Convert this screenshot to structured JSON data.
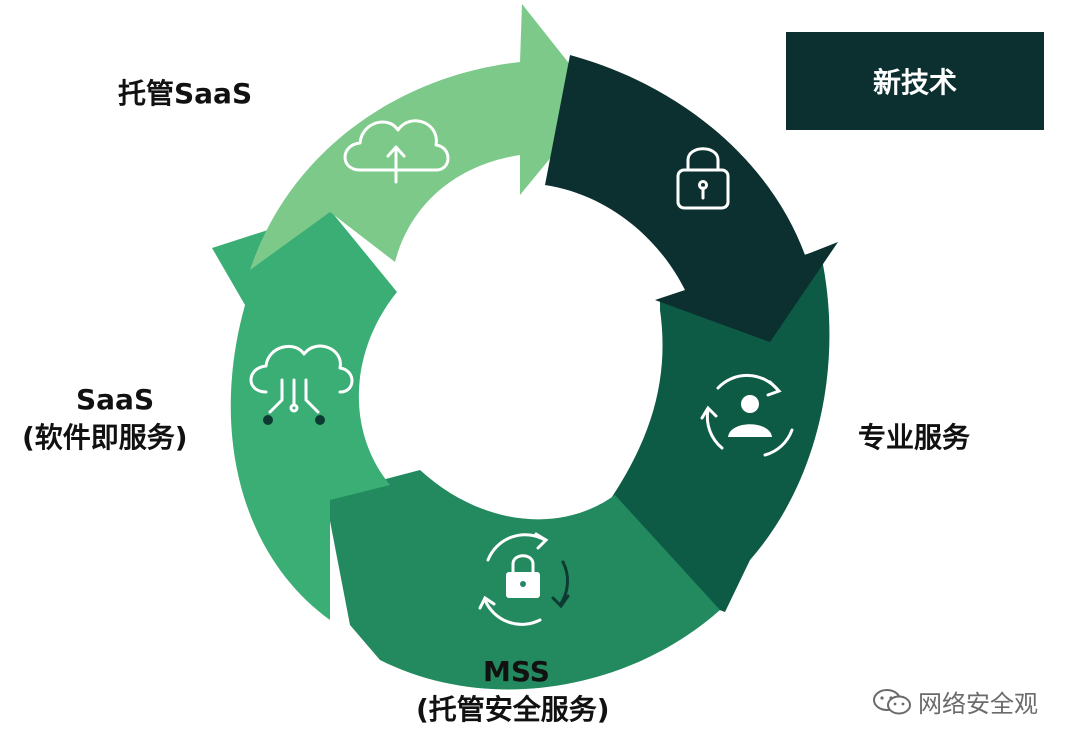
{
  "colors": {
    "managed_saas": "#7cc98a",
    "new_tech": "#0c2f2f",
    "pro_services": "#0d5a45",
    "mss": "#238a5f",
    "saas": "#3aae74",
    "icon_stroke": "#ffffff",
    "icon_dark": "#0d3b33"
  },
  "stages": [
    {
      "id": "managed-saas",
      "label": "托管SaaS",
      "icon": "cloud-upload-icon"
    },
    {
      "id": "new-tech",
      "label": "新技术",
      "icon": "padlock-icon"
    },
    {
      "id": "pro-services",
      "label": "专业服务",
      "icon": "user-cycle-icon"
    },
    {
      "id": "mss",
      "label": "MSS",
      "sublabel": "(托管安全服务)",
      "icon": "lock-cycle-icon"
    },
    {
      "id": "saas",
      "label": "SaaS",
      "sublabel": "(软件即服务)",
      "icon": "cloud-network-icon"
    }
  ],
  "watermark": {
    "text": "网络安全观",
    "icon": "wechat-icon"
  }
}
